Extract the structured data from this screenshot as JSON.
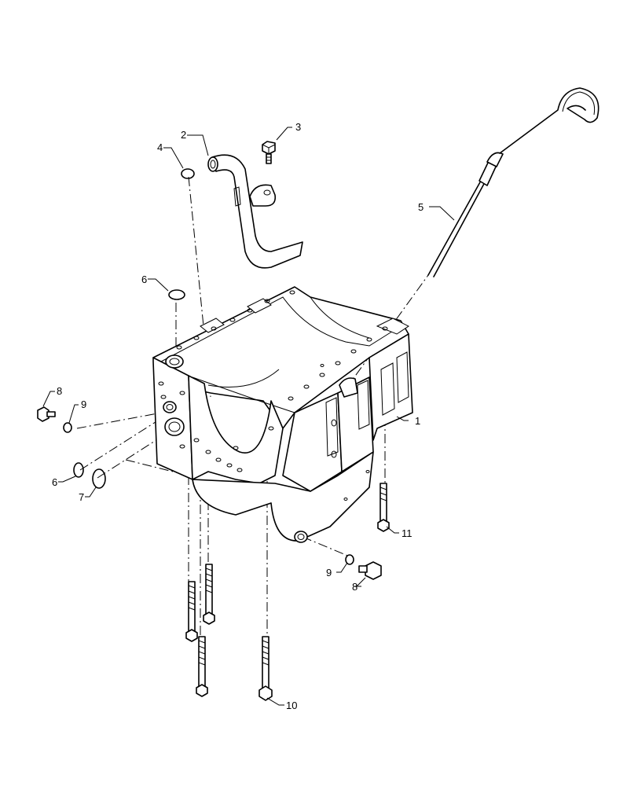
{
  "callouts": [
    {
      "id": "c1",
      "label": "1"
    },
    {
      "id": "c2",
      "label": "2"
    },
    {
      "id": "c3",
      "label": "3"
    },
    {
      "id": "c4",
      "label": "4"
    },
    {
      "id": "c5",
      "label": "5"
    },
    {
      "id": "c6a",
      "label": "6"
    },
    {
      "id": "c6b",
      "label": "6"
    },
    {
      "id": "c7",
      "label": "7"
    },
    {
      "id": "c8a",
      "label": "8"
    },
    {
      "id": "c8b",
      "label": "8"
    },
    {
      "id": "c9a",
      "label": "9"
    },
    {
      "id": "c9b",
      "label": "9"
    },
    {
      "id": "c10",
      "label": "10"
    },
    {
      "id": "c11",
      "label": "11"
    }
  ]
}
